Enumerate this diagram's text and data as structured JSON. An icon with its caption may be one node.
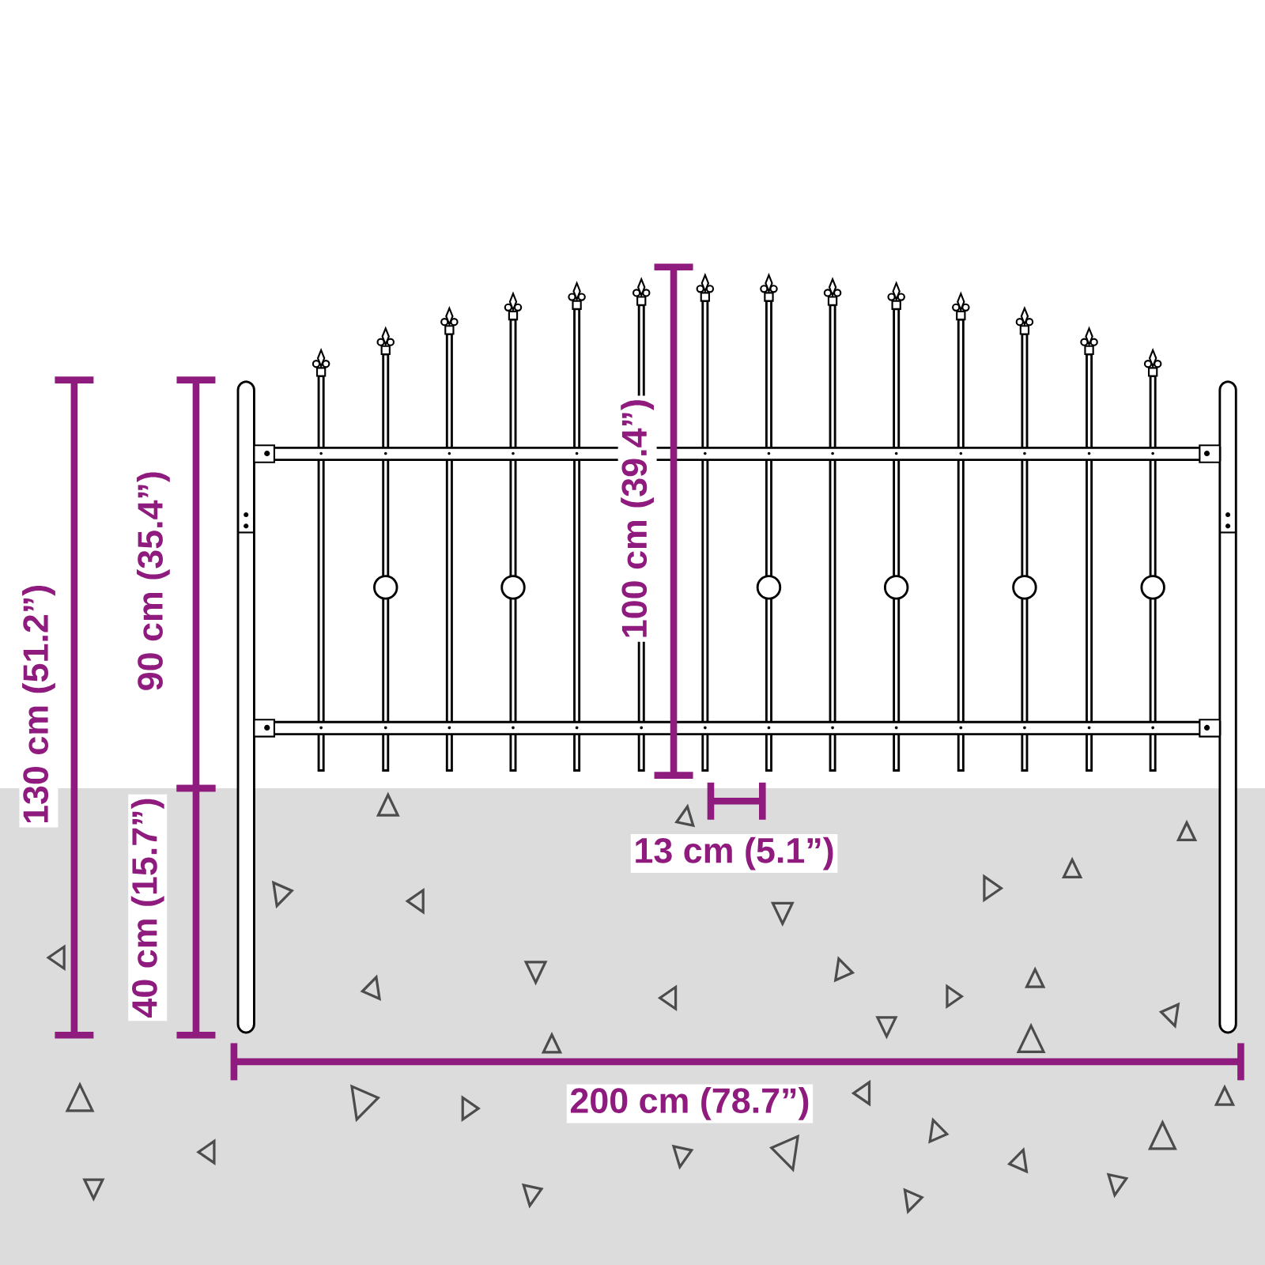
{
  "diagram": {
    "labels": [
      "130 cm (51.2”)",
      "90 cm (35.4”)",
      "40 cm (15.7”)",
      "100 cm (39.4”)",
      "13 cm (5.1”)",
      "200 cm (78.7”)"
    ]
  }
}
